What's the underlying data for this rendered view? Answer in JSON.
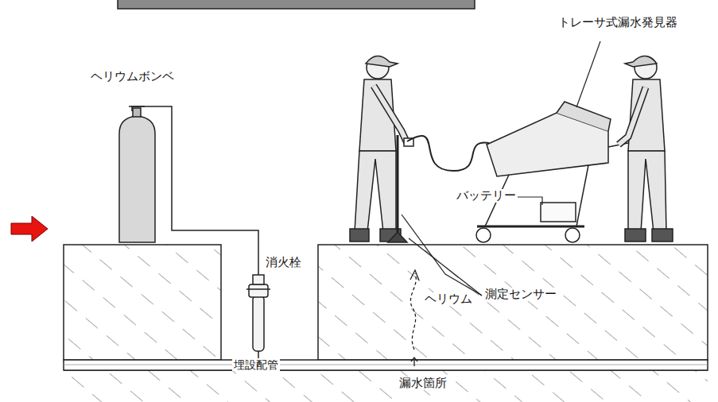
{
  "diagram": {
    "labels": [
      "トレーサ式漏水発見器",
      "ヘリウムボンベ",
      "バッテリー",
      "消火栓",
      "測定センサー",
      "ヘリウム",
      "埋設配管",
      "漏水箇所"
    ]
  }
}
